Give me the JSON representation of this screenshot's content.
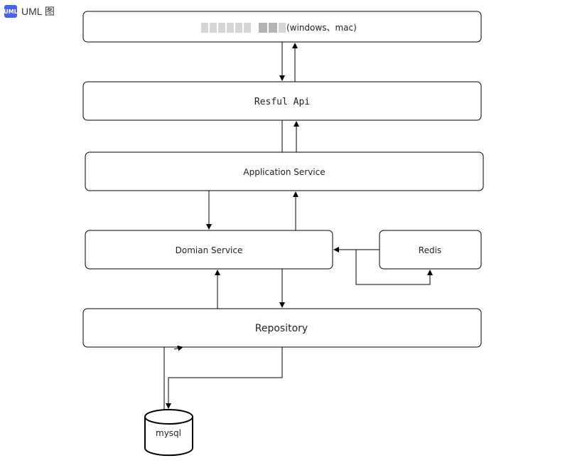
{
  "badge": {
    "icon_text": "UML",
    "label": "UML 图"
  },
  "diagram": {
    "client_suffix": "(windows、mac)",
    "resful_api": "Resful Api",
    "application_service": "Application Service",
    "domain_service": "Domian Service",
    "redis": "Redis",
    "repository": "Repository",
    "mysql": "mysql"
  }
}
